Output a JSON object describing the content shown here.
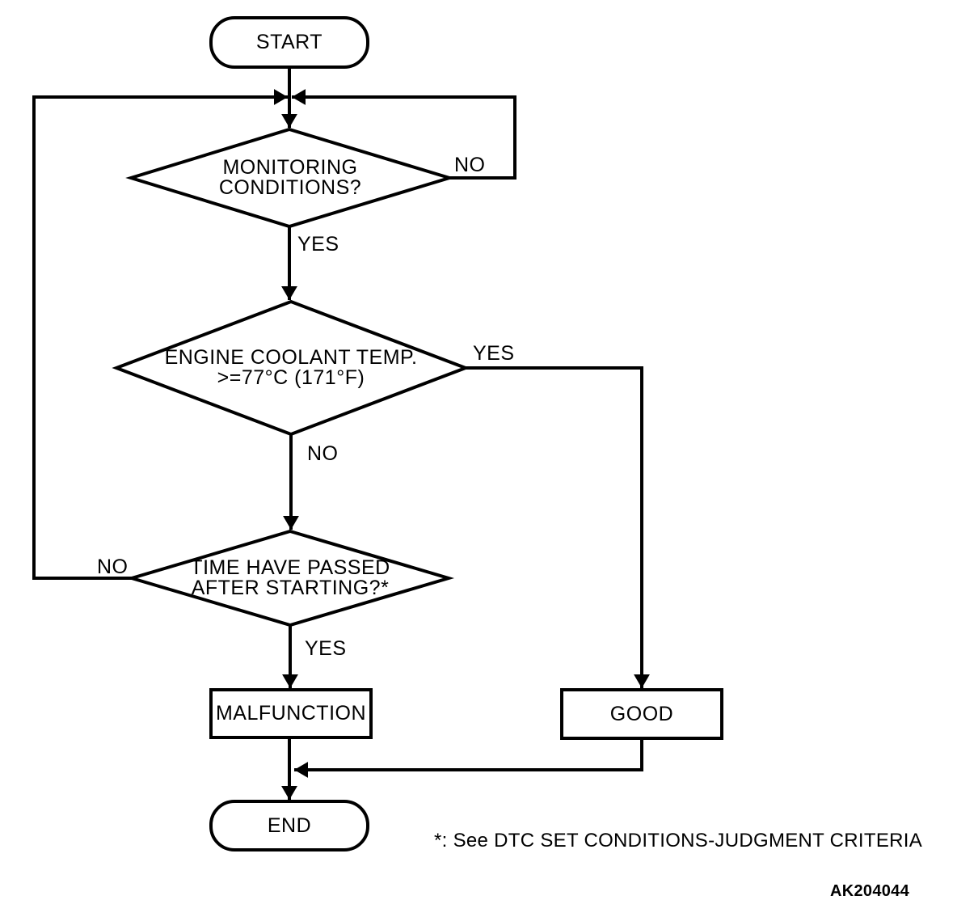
{
  "diagram": {
    "background": "#ffffff",
    "line_color": "#000000",
    "nodes": {
      "start": {
        "type": "terminator",
        "label": "START"
      },
      "monitoring": {
        "type": "decision",
        "line1": "MONITORING",
        "line2": "CONDITIONS?"
      },
      "coolant": {
        "type": "decision",
        "line1": "ENGINE COOLANT TEMP.",
        "line2": ">=77°C (171°F)"
      },
      "time_passed": {
        "type": "decision",
        "line1": "TIME HAVE PASSED",
        "line2": "AFTER STARTING?*"
      },
      "malfunction": {
        "type": "process",
        "label": "MALFUNCTION"
      },
      "good": {
        "type": "process",
        "label": "GOOD"
      },
      "end": {
        "type": "terminator",
        "label": "END"
      }
    },
    "edge_labels": {
      "monitoring_no": "NO",
      "monitoring_yes": "YES",
      "coolant_yes": "YES",
      "coolant_no": "NO",
      "time_passed_no": "NO",
      "time_passed_yes": "YES"
    },
    "footnote": "*: See DTC SET CONDITIONS-JUDGMENT CRITERIA",
    "figure_code": "AK204044"
  }
}
